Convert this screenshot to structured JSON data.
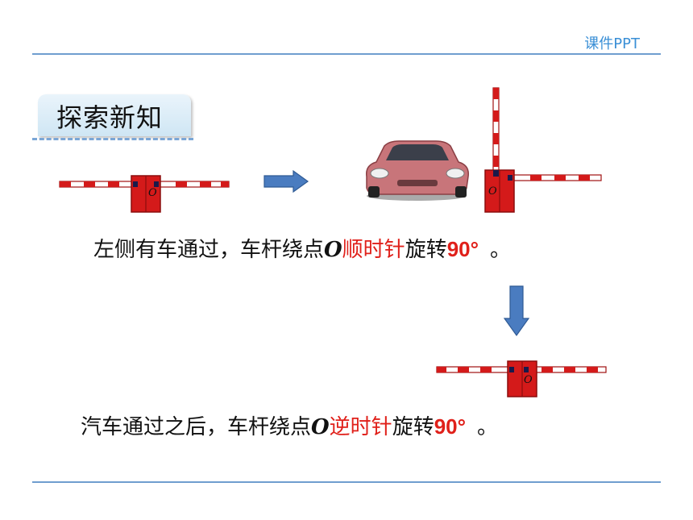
{
  "header": {
    "brand": "课件PPT"
  },
  "section": {
    "title": "探索新知"
  },
  "figures": {
    "pivot_label": "O"
  },
  "sentences": [
    {
      "lead": "左侧有车通过，车杆绕点",
      "point": "O",
      "direction": "顺时针",
      "verb": "旋转",
      "angle": "90°",
      "end": "。"
    },
    {
      "lead": "汽车通过之后，车杆绕点",
      "point": "O",
      "direction": "逆时针",
      "verb": "旋转",
      "angle": "90°",
      "end": "。"
    }
  ],
  "colors": {
    "accent_red": "#e0201a",
    "rule_blue": "#6f9ecf",
    "brand_blue": "#3a8fd6",
    "arrow_blue": "#4a7cc0",
    "car_body": "#c8757a",
    "gate_red": "#d41a1a"
  },
  "icons": [
    "right-arrow-icon",
    "down-arrow-icon",
    "car-icon",
    "barrier-gate-icon"
  ]
}
